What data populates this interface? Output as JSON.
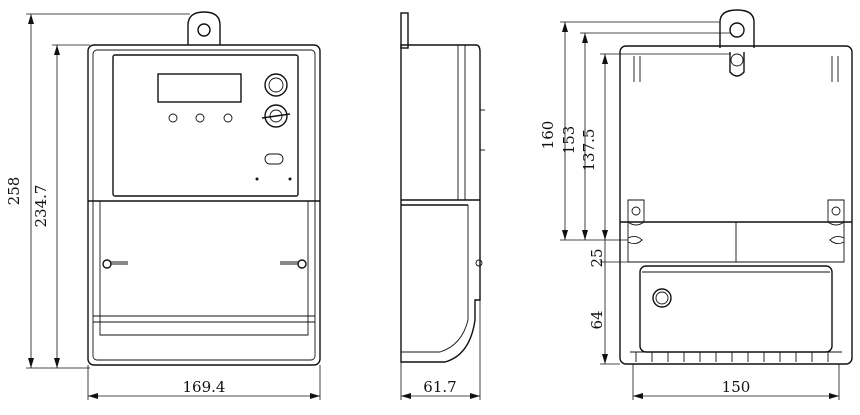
{
  "front_view": {
    "height_total": "258",
    "height_body": "234.7",
    "width": "169.4"
  },
  "side_view": {
    "depth": "61.7"
  },
  "rear_view": {
    "mount_160": "160",
    "mount_153": "153",
    "mount_137_5": "137.5",
    "terminal_25": "25",
    "terminal_64": "64",
    "width": "150"
  }
}
